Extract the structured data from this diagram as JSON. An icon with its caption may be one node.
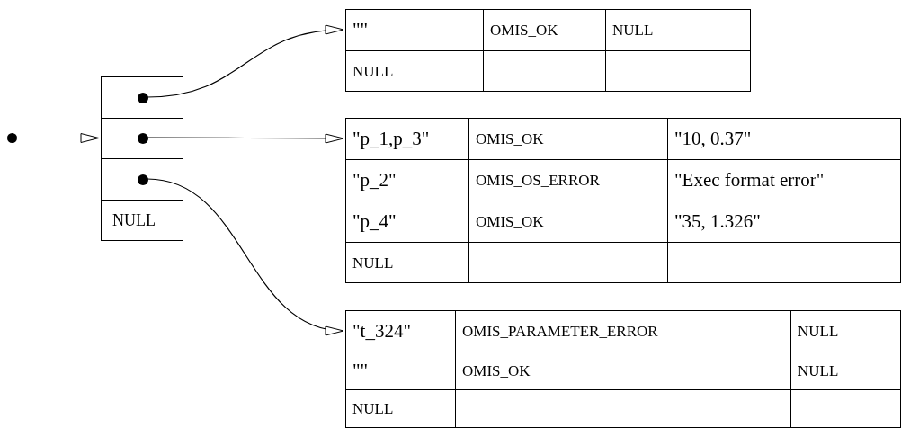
{
  "diagram": {
    "nodes": [
      {
        "text": [],
        "shape": "circle"
      },
      {
        "text": [],
        "shape": "box"
      },
      {
        "text": [],
        "shape": "circle",
        "in": 1
      },
      {
        "text": [],
        "shape": "circle",
        "in": 1
      },
      {
        "text": [],
        "shape": "circle",
        "in": 1
      },
      {
        "text": [
          "NULL"
        ],
        "in": 1
      },
      {
        "text": [
          "\"\"",
          "OMIS_OK",
          "NULL",
          "NULL"
        ]
      },
      {
        "text": [
          "\"p_1,p_3\"",
          "OMIS_OK",
          "\"10, 0.37\"",
          "\"p_2\"",
          "OMIS_OS_ERROR",
          "\"Exec format error\"",
          "\"p_4\"",
          "OMIS_OK",
          "\"35, 1.326\"",
          "NULL"
        ]
      },
      {
        "text": [
          "\"t_324\"",
          "OMIS_PARAMETER_ERROR",
          "NULL",
          "\"\"",
          "OMIS_OK",
          "NULL",
          "NULL"
        ]
      }
    ],
    "edges": [
      {
        "from": 0,
        "to": 1,
        "arrow": "to"
      },
      {
        "from": 2,
        "to": 6,
        "arrow": "to"
      },
      {
        "from": 3,
        "to": 7,
        "arrow": "to"
      },
      {
        "from": 4,
        "to": 8,
        "arrow": "to"
      }
    ]
  }
}
